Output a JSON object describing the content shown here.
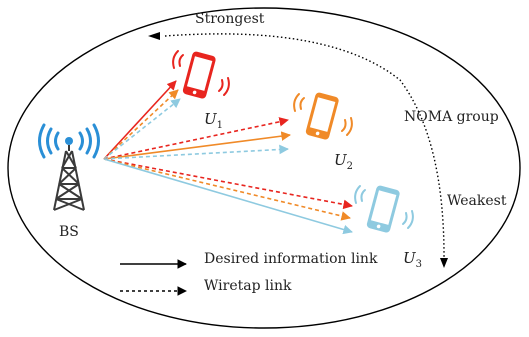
{
  "labels": {
    "strongest": "Strongest",
    "weakest": "Weakest",
    "noma_group": "NOMA group",
    "bs": "BS",
    "u1": "U",
    "u1_sub": "1",
    "u2": "U",
    "u2_sub": "2",
    "u3": "U",
    "u3_sub": "3"
  },
  "legend": {
    "desired": "Desired information link",
    "wiretap": "Wiretap link"
  },
  "colors": {
    "red": "#e8251f",
    "orange": "#f08a28",
    "lightblue": "#8ecae0",
    "bs_blue": "#2a8fd6",
    "tower": "#3a3a3a"
  },
  "icons": {
    "bs": "cell-tower-icon",
    "user": "smartphone-icon"
  }
}
